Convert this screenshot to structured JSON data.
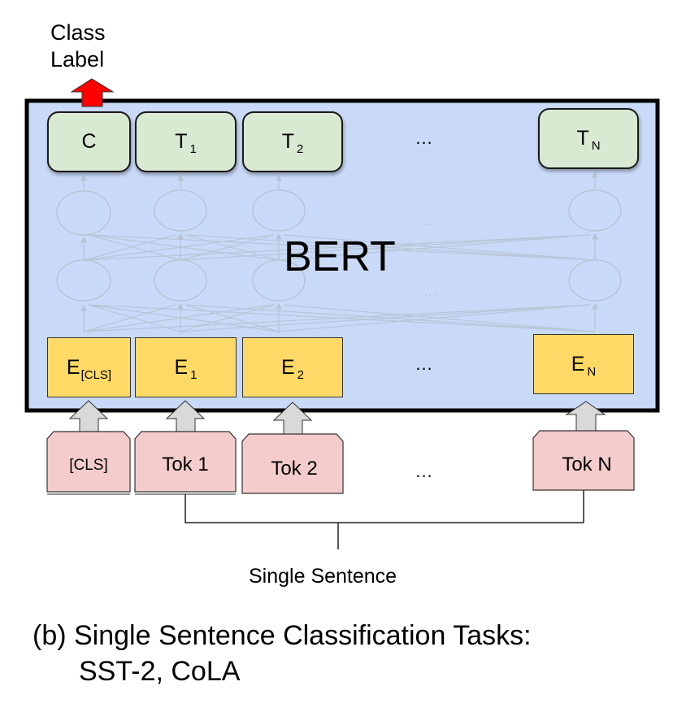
{
  "output_label": "Class\nLabel",
  "output_label_lines": [
    "Class",
    "Label"
  ],
  "model_name": "BERT",
  "colors": {
    "bert_box": "#c9daf8",
    "output_box": "#d9ead3",
    "embedding_box": "#ffd966",
    "token_box": "#f4cccc",
    "class_arrow": "#ff0000",
    "input_arrow": "#d9d9d9"
  },
  "outputs": [
    {
      "main": "C",
      "sub": ""
    },
    {
      "main": "T",
      "sub": "1"
    },
    {
      "main": "T",
      "sub": "2"
    },
    {
      "main": "T",
      "sub": "N"
    }
  ],
  "embeddings": [
    {
      "main": "E",
      "sub": "[CLS]"
    },
    {
      "main": "E",
      "sub": "1"
    },
    {
      "main": "E",
      "sub": "2"
    },
    {
      "main": "E",
      "sub": "N"
    }
  ],
  "tokens": [
    "[CLS]",
    "Tok 1",
    "Tok 2",
    "Tok N"
  ],
  "ellipsis": "...",
  "input_label": "Single Sentence",
  "caption": {
    "line1": "(b) Single Sentence Classification Tasks:",
    "line2": "SST-2, CoLA"
  }
}
